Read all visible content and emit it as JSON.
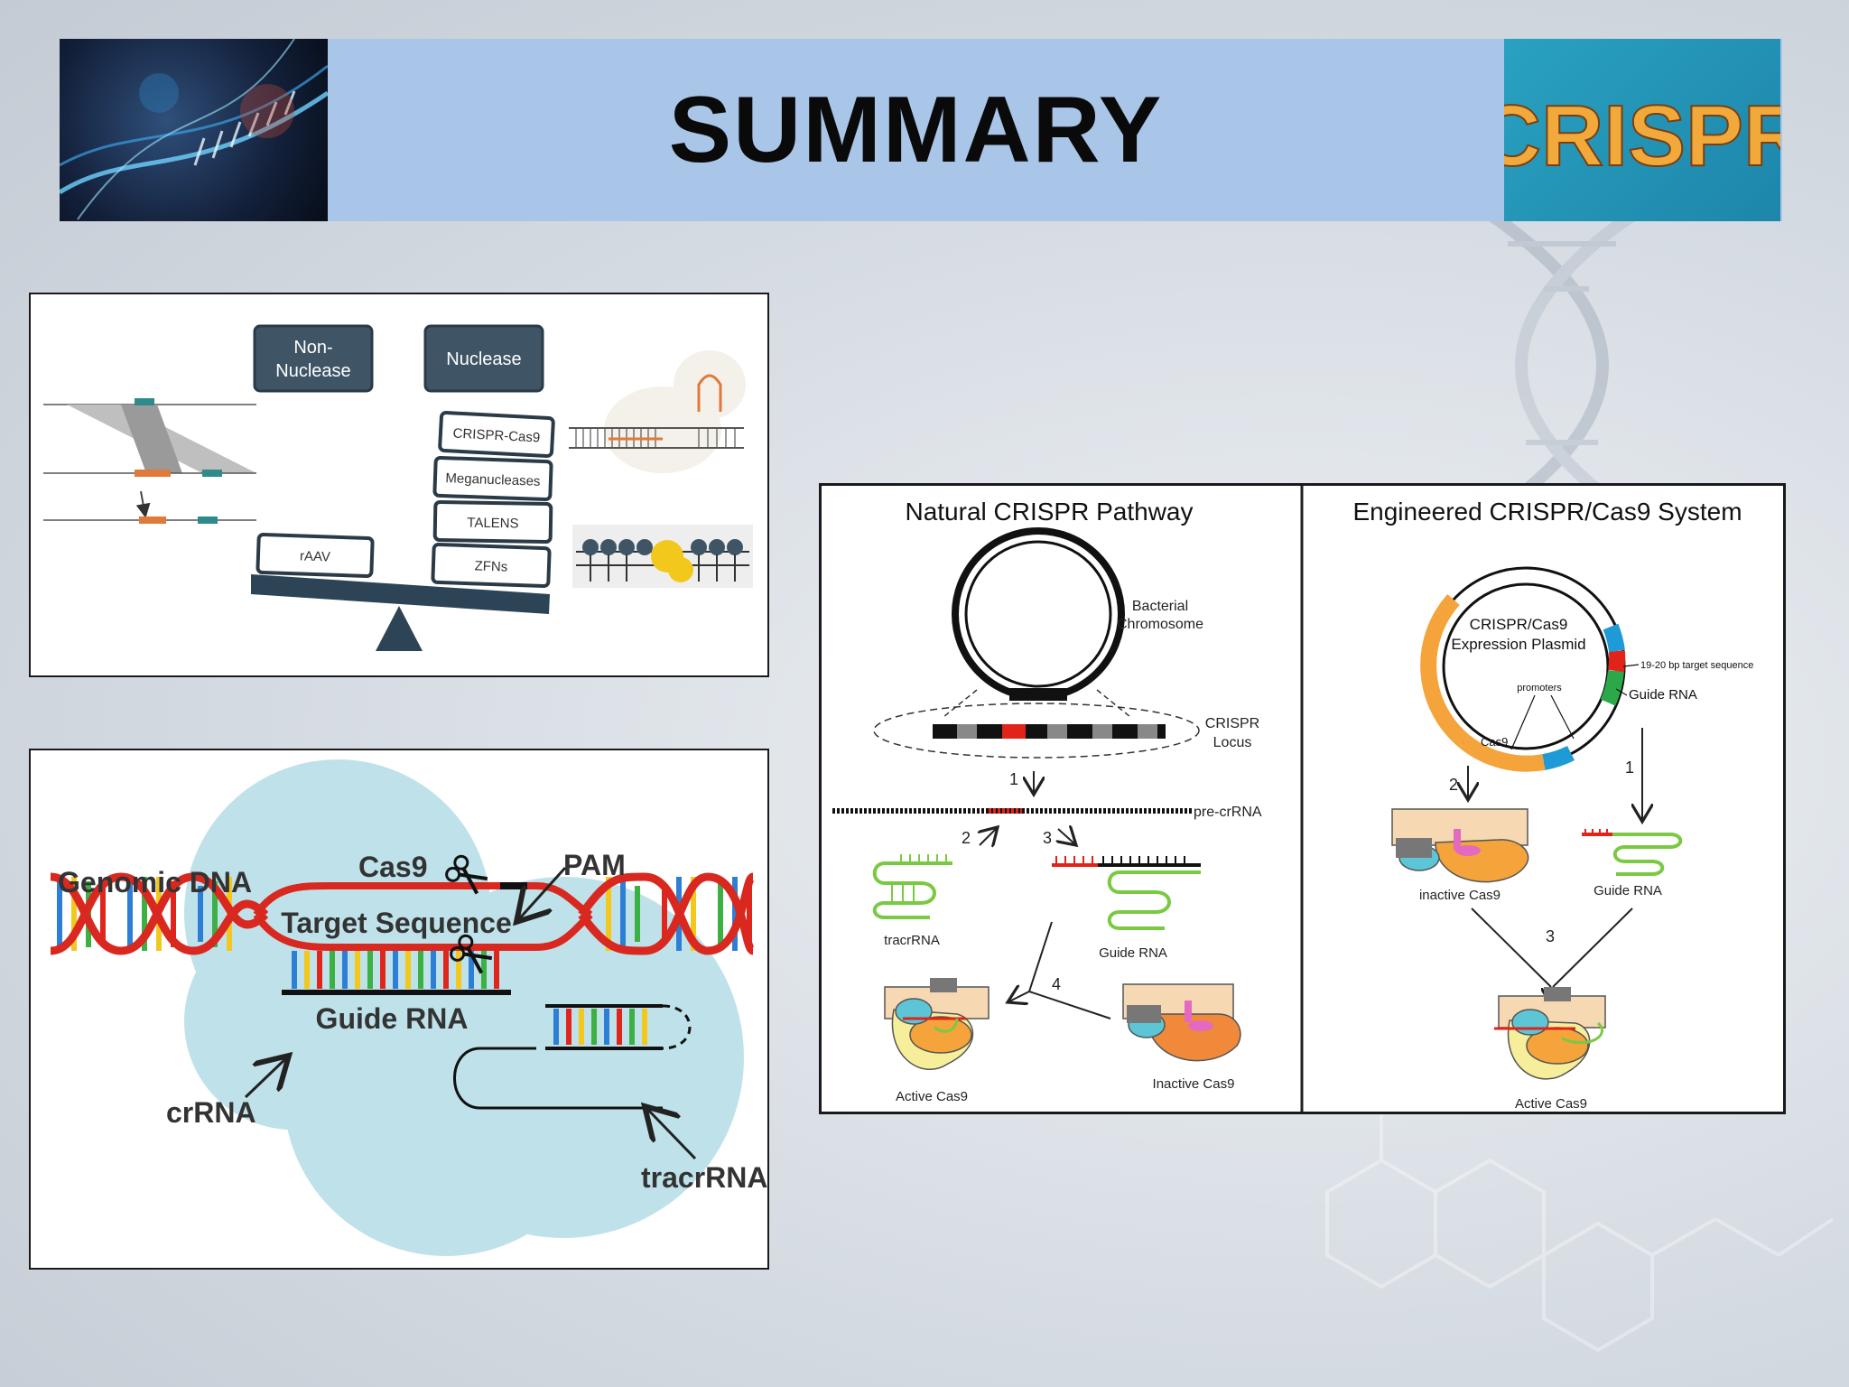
{
  "title": "SUMMARY",
  "header_logo_right": "CRISPR",
  "gene_editing_tools": {
    "categories": [
      "Non-\nNuclease",
      "Nuclease"
    ],
    "non_nuclease_line1": "Non-",
    "non_nuclease_line2": "Nuclease",
    "nuclease": "Nuclease",
    "nuclease_items": [
      "CRISPR-Cas9",
      "Meganucleases",
      "TALENS",
      "ZFNs"
    ],
    "non_nuclease_items": [
      "rAAV"
    ]
  },
  "cas9_diagram": {
    "genomic_dna": "Genomic DNA",
    "cas9": "Cas9",
    "pam": "PAM",
    "target_sequence": "Target Sequence",
    "guide_rna": "Guide RNA",
    "crrna": "crRNA",
    "tracrrna": "tracrRNA"
  },
  "pathway": {
    "natural_title": "Natural CRISPR Pathway",
    "engineered_title": "Engineered CRISPR/Cas9 System",
    "bacterial_line1": "Bacterial",
    "bacterial_line2": "Chromosome",
    "crispr_line1": "CRISPR",
    "crispr_line2": "Locus",
    "pre_crrna": "pre-crRNA",
    "tracrrna": "tracrRNA",
    "guide_rna_nat": "Guide RNA",
    "active_cas9_nat": "Active Cas9",
    "inactive_cas9_nat": "Inactive Cas9",
    "plasmid_line1": "CRISPR/Cas9",
    "plasmid_line2": "Expression Plasmid",
    "target_seq": "19-20 bp target sequence",
    "promoters": "promoters",
    "guide_rna_eng": "Guide RNA",
    "cas9_label": "Cas9",
    "inactive_cas9_eng": "inactive Cas9",
    "guide_rna_eng2": "Guide RNA",
    "active_cas9_eng": "Active Cas9",
    "step1": "1",
    "step2": "2",
    "step3": "3",
    "step4": "4"
  },
  "colors": {
    "header_bar": "#a9c6e8",
    "nuclease_box": "#3f5566",
    "dna_red": "#d8281f",
    "guide_green": "#7ac943",
    "plasmid_orange": "#f5a33b",
    "plasmid_blue": "#1e9bd7",
    "plasmid_green": "#2aa84a",
    "plasmid_red": "#e2231a"
  }
}
